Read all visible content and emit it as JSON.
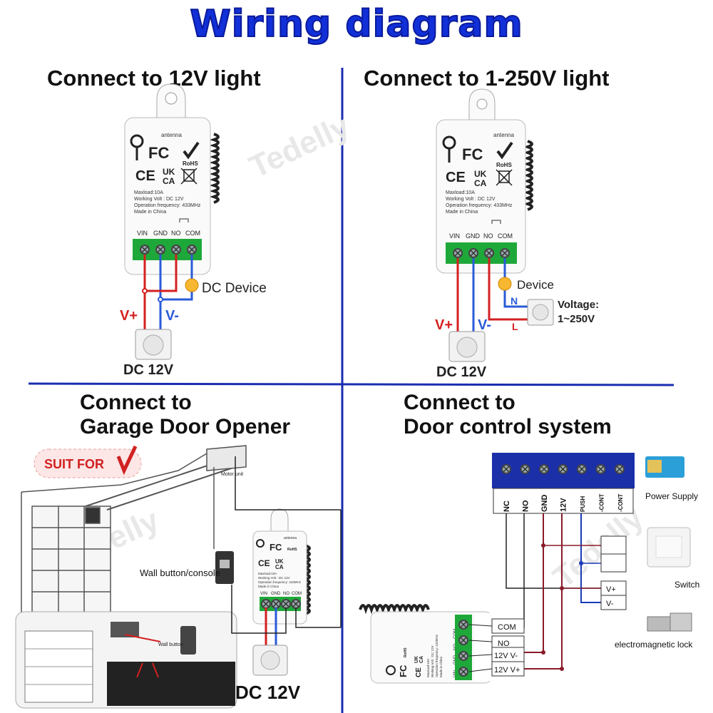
{
  "header": {
    "title": "Wiring diagram"
  },
  "watermark": "Tedelly",
  "q1": {
    "title": "Connect to 12V light",
    "device_label": "DC Device",
    "vplus": "V+",
    "vminus": "V-",
    "source": "DC 12V"
  },
  "q2": {
    "title": "Connect to 1-250V light",
    "device_label": "Device",
    "voltage_label": "Voltage:",
    "voltage_value": "1~250V",
    "n_label": "N",
    "l_label": "L",
    "vplus": "V+",
    "vminus": "V-",
    "source": "DC 12V"
  },
  "q3": {
    "title_line1": "Connect to",
    "title_line2": "Garage Door Opener",
    "suit_for": "SUIT FOR",
    "wall_button": "Wall button/console",
    "wall_button_small": "Wall button",
    "motor_unit": "Motor unit",
    "source": "DC 12V"
  },
  "q4": {
    "title_line1": "Connect to",
    "title_line2": "Door control system",
    "terminals": [
      "NC",
      "NO",
      "GND",
      "12V",
      "PUSH",
      "-CONT",
      "-CONT"
    ],
    "power_supply": "Power Supply",
    "switch": "Switch",
    "lock": "electromagnetic lock",
    "vplus": "V+",
    "vminus": "V-",
    "relay_com": "COM",
    "relay_no": "NO",
    "relay_vminus": "12V V-",
    "relay_vplus": "12V V+"
  },
  "module": {
    "antenna": "antenna",
    "fc": "FC",
    "rohs": "RoHS",
    "ce": "CE",
    "ukca_top": "UK",
    "ukca_bottom": "CA",
    "maxload": "Maxload:10A",
    "volt": "Working Volt : DC 12V",
    "freq": "Operation frequency: 433MHz",
    "origin": "Made in China",
    "pins": [
      "VIN",
      "GND",
      "NO",
      "COM"
    ]
  },
  "colors": {
    "title_blue": "#1230d8",
    "divider": "#1a2db0",
    "red_wire": "#d42020",
    "blue_wire": "#2a5bd8",
    "terminal_green": "#1fa83a"
  }
}
